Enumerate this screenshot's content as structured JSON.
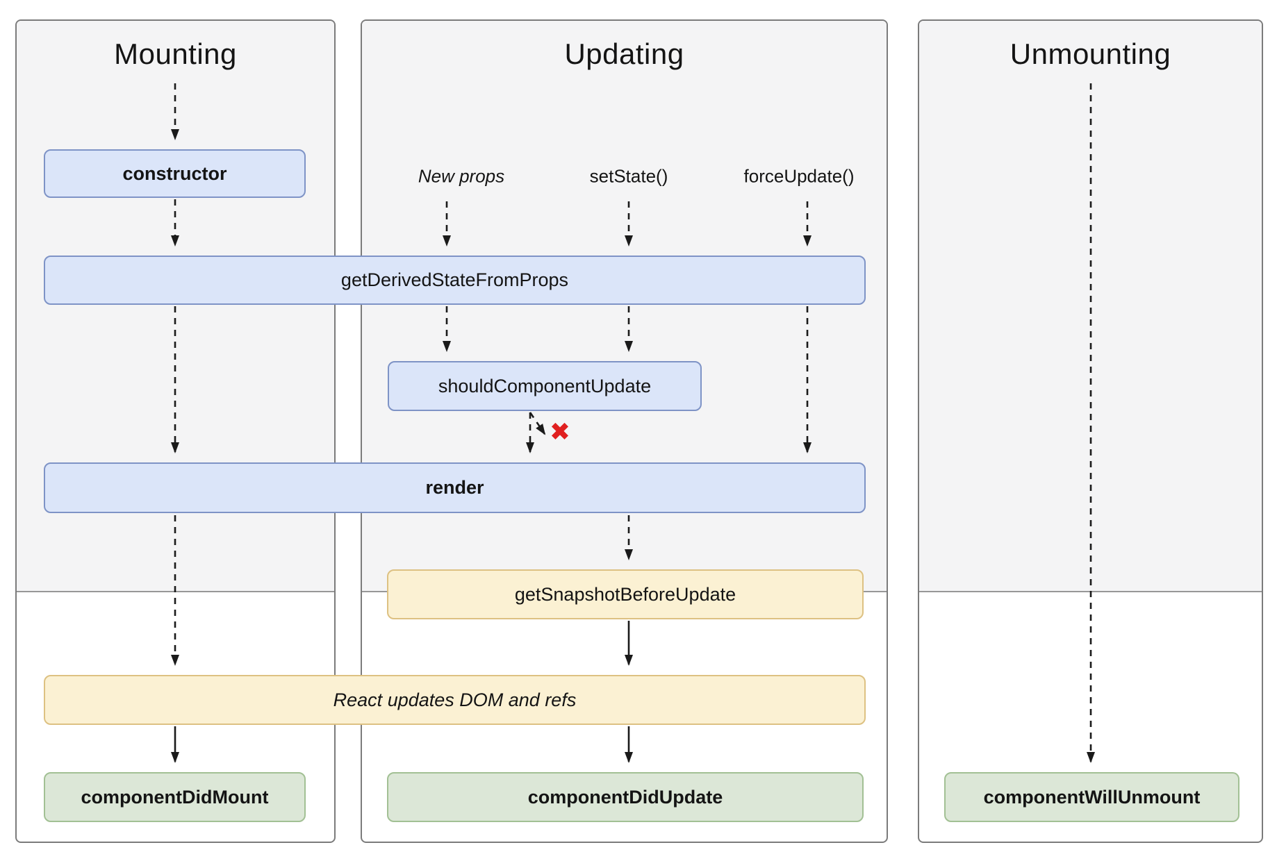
{
  "columns": [
    {
      "title": "Mounting"
    },
    {
      "title": "Updating"
    },
    {
      "title": "Unmounting"
    }
  ],
  "update_triggers": [
    {
      "label": "New props"
    },
    {
      "label": "setState()"
    },
    {
      "label": "forceUpdate()"
    }
  ],
  "boxes": {
    "ctor": {
      "label": "constructor"
    },
    "get_derived_state_from_props": {
      "label": "getDerivedStateFromProps"
    },
    "should_component_update": {
      "label": "shouldComponentUpdate"
    },
    "render": {
      "label": "render"
    },
    "get_snapshot_before_update": {
      "label": "getSnapshotBeforeUpdate"
    },
    "react_updates_dom": {
      "label": "React updates DOM and refs"
    },
    "component_did_mount": {
      "label": "componentDidMount"
    },
    "component_did_update": {
      "label": "componentDidUpdate"
    },
    "component_will_unmount": {
      "label": "componentWillUnmount"
    }
  },
  "icons": {
    "skip_update_glyph": "✖"
  },
  "colors": {
    "blue-fill": "#dbe5f9",
    "blue-border": "#7e93c6",
    "yellow-fill": "#fbf1d3",
    "yellow-border": "#ddc182",
    "green-fill": "#dce7d7",
    "green-border": "#a2c094",
    "panel-bg": "#f4f4f5",
    "panel-border": "#7b7b7b",
    "panel-divider": "#979797",
    "ink": "#141414",
    "red": "#e02020"
  }
}
